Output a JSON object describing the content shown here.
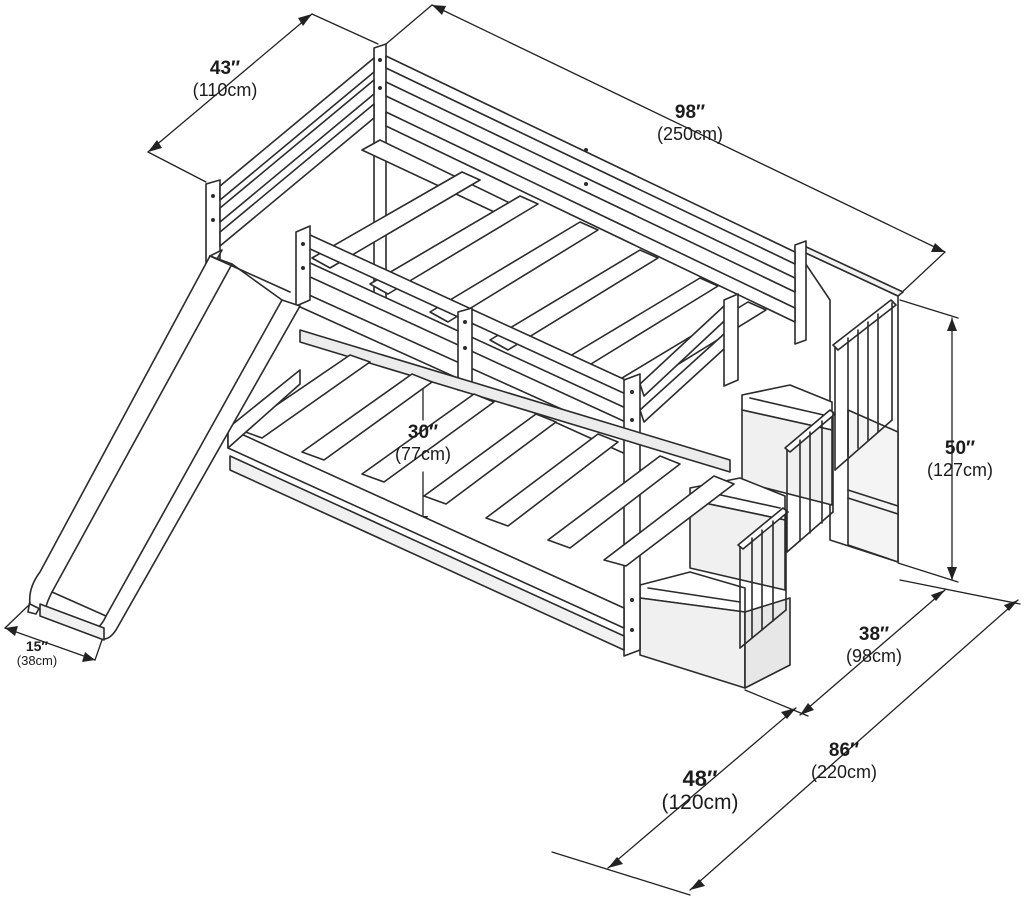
{
  "dimensions": {
    "width": {
      "value": "43″",
      "metric": "(110cm)"
    },
    "length": {
      "value": "98″",
      "metric": "(250cm)"
    },
    "height": {
      "value": "50″",
      "metric": "(127cm)"
    },
    "clearance": {
      "value": "30″",
      "metric": "(77cm)"
    },
    "slide_width": {
      "value": "15″",
      "metric": "(38cm)"
    },
    "stair_depth": {
      "value": "38″",
      "metric": "(98cm)"
    },
    "total_depth": {
      "value": "48″",
      "metric": "(120cm)"
    },
    "total_length": {
      "value": "86″",
      "metric": "(220cm)"
    }
  },
  "colors": {
    "line": "#2b2b2b",
    "fill": "#ffffff",
    "shade": "#e9e9e9"
  }
}
